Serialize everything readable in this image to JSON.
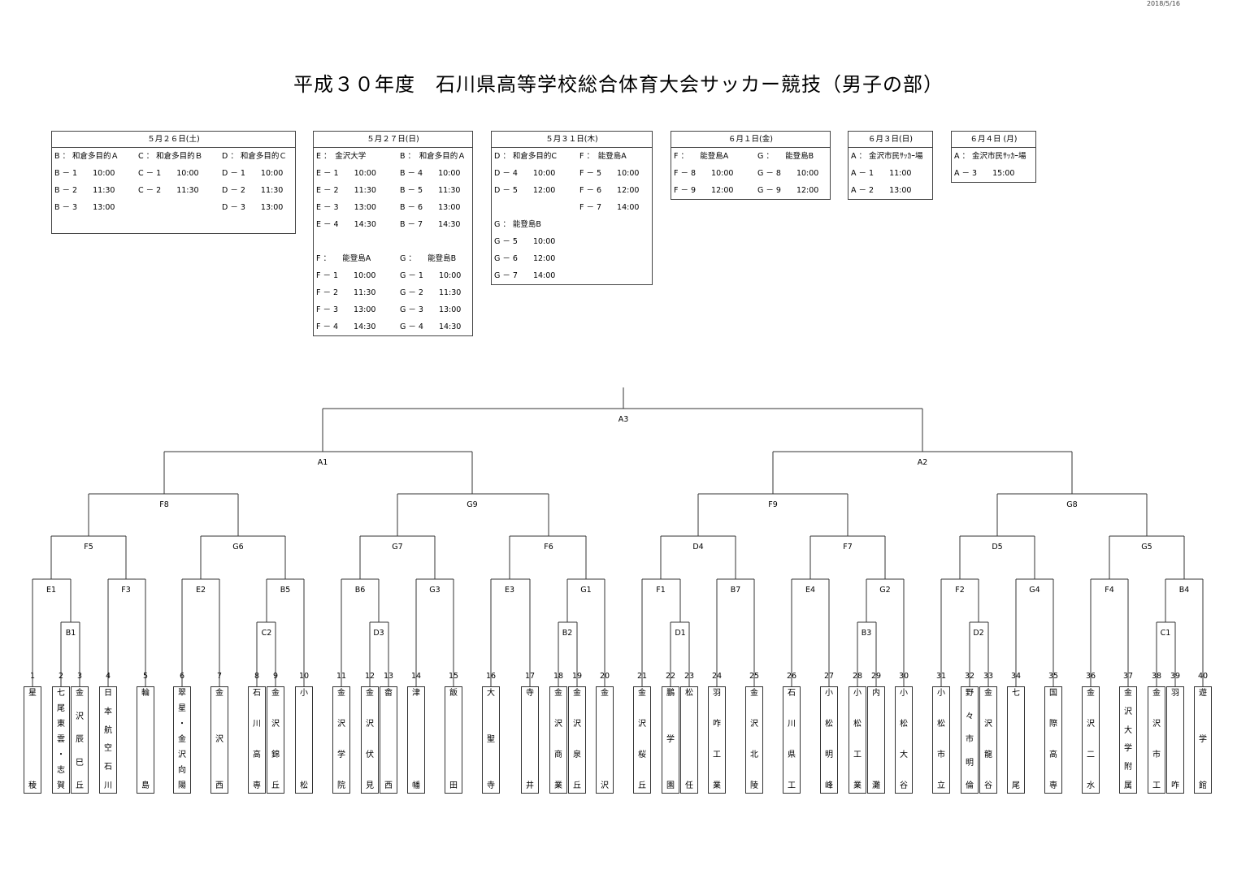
{
  "date": "2018/5/16",
  "title": "平成３０年度　石川県高等学校総合体育大会サッカー競技（男子の部）",
  "schedules": [
    {
      "header": "５月２６日(土)",
      "rows": [
        [
          "B ： 和倉多目的Ａ",
          "C ： 和倉多目的Ｂ",
          "D ： 和倉多目的Ｃ"
        ],
        [
          "B － 1　　10:00",
          "C － 1　　10:00",
          "D － 1　　10:00"
        ],
        [
          "B － 2　　11:30",
          "C － 2　　11:30",
          "D － 2　　11:30"
        ],
        [
          "B － 3　　13:00",
          "",
          "D － 3　　13:00"
        ]
      ]
    },
    {
      "header": "５月２７日(日)",
      "rows": [
        [
          "E ：　金沢大学",
          "B ：　和倉多目的Ａ"
        ],
        [
          "E － 1　　10:00",
          "B － 4　　10:00"
        ],
        [
          "E － 2　　11:30",
          "B － 5　　11:30"
        ],
        [
          "E － 3　　13:00",
          "B － 6　　13:00"
        ],
        [
          "E － 4　　14:30",
          "B － 7　　14:30"
        ],
        [
          "",
          ""
        ],
        [
          "F ：　　能登島A",
          "G ：　　能登島B"
        ],
        [
          "F － 1　　10:00",
          "G － 1　　10:00"
        ],
        [
          "F － 2　　11:30",
          "G － 2　　11:30"
        ],
        [
          "F － 3　　13:00",
          "G － 3　　13:00"
        ],
        [
          "F － 4　　14:30",
          "G － 4　　14:30"
        ]
      ]
    },
    {
      "header": "５月３１日(木)",
      "rows": [
        [
          "D ： 和倉多目的C",
          "F ：　能登島A"
        ],
        [
          "D － 4　　10:00",
          "F － 5　　10:00"
        ],
        [
          "D － 5　　12:00",
          "F － 6　　12:00"
        ],
        [
          "",
          "F － 7　　14:00"
        ],
        [
          "G ： 能登島B",
          ""
        ],
        [
          "G － 5　　10:00",
          ""
        ],
        [
          "G － 6　　12:00",
          ""
        ],
        [
          "G － 7　　14:00",
          ""
        ]
      ]
    },
    {
      "header": "６月１日(金)",
      "rows": [
        [
          "F ：　　能登島A",
          "G ：　　能登島B"
        ],
        [
          "F － 8　　10:00",
          "G － 8　　10:00"
        ],
        [
          "F － 9　　12:00",
          "G － 9　　12:00"
        ]
      ]
    },
    {
      "header": "６月３日(日)",
      "rows": [
        [
          "A ： 金沢市民ｻｯｶｰ場"
        ],
        [
          "A － 1　　11:00"
        ],
        [
          "A － 2　　13:00"
        ]
      ]
    },
    {
      "header": "６月４日 (月)",
      "rows": [
        [
          "A ： 金沢市民ｻｯｶｰ場"
        ],
        [
          "A － 3　　15:00"
        ]
      ]
    }
  ],
  "bracket": {
    "match_labels": [
      "A3",
      "A1",
      "A2",
      "F8",
      "G9",
      "F9",
      "G8",
      "F5",
      "G6",
      "G7",
      "F6",
      "D4",
      "F7",
      "D5",
      "G5",
      "E1",
      "F3",
      "E2",
      "B5",
      "B6",
      "G3",
      "E3",
      "G1",
      "F1",
      "B7",
      "E4",
      "G2",
      "F2",
      "G4",
      "F4",
      "B4",
      "B1",
      "C2",
      "D3",
      "B2",
      "D1",
      "B3",
      "D2",
      "C1"
    ],
    "teams": [
      {
        "no": "1",
        "name": "星稜"
      },
      {
        "no": "2",
        "name": "七尾東雲・志賀"
      },
      {
        "no": "3",
        "name": "金沢辰巳丘"
      },
      {
        "no": "4",
        "name": "日本航空石川"
      },
      {
        "no": "5",
        "name": "輪島"
      },
      {
        "no": "6",
        "name": "翠星・金沢向陽"
      },
      {
        "no": "7",
        "name": "金沢西"
      },
      {
        "no": "8",
        "name": "石川高専"
      },
      {
        "no": "9",
        "name": "金沢錦丘"
      },
      {
        "no": "10",
        "name": "小松"
      },
      {
        "no": "11",
        "name": "金沢学院"
      },
      {
        "no": "12",
        "name": "金沢伏見"
      },
      {
        "no": "13",
        "name": "畬西"
      },
      {
        "no": "14",
        "name": "津幡"
      },
      {
        "no": "15",
        "name": "飯田"
      },
      {
        "no": "16",
        "name": "大聖寺"
      },
      {
        "no": "17",
        "name": "寺井"
      },
      {
        "no": "18",
        "name": "金沢商業"
      },
      {
        "no": "19",
        "name": "金沢泉丘"
      },
      {
        "no": "20",
        "name": "金沢"
      },
      {
        "no": "21",
        "name": "金沢桜丘"
      },
      {
        "no": "22",
        "name": "鵬学園"
      },
      {
        "no": "23",
        "name": "松任"
      },
      {
        "no": "24",
        "name": "羽咋工業"
      },
      {
        "no": "25",
        "name": "金沢北陵"
      },
      {
        "no": "26",
        "name": "石川県工"
      },
      {
        "no": "27",
        "name": "小松明峰"
      },
      {
        "no": "28",
        "name": "小松工業"
      },
      {
        "no": "29",
        "name": "内灘"
      },
      {
        "no": "30",
        "name": "小松大谷"
      },
      {
        "no": "31",
        "name": "小松市立"
      },
      {
        "no": "32",
        "name": "野々市明倫"
      },
      {
        "no": "33",
        "name": "金沢龍谷"
      },
      {
        "no": "34",
        "name": "七尾"
      },
      {
        "no": "35",
        "name": "国際高専"
      },
      {
        "no": "36",
        "name": "金沢二水"
      },
      {
        "no": "37",
        "name": "金沢大学附属"
      },
      {
        "no": "38",
        "name": "金沢市工"
      },
      {
        "no": "39",
        "name": "羽咋"
      },
      {
        "no": "40",
        "name": "遊学館"
      }
    ]
  }
}
